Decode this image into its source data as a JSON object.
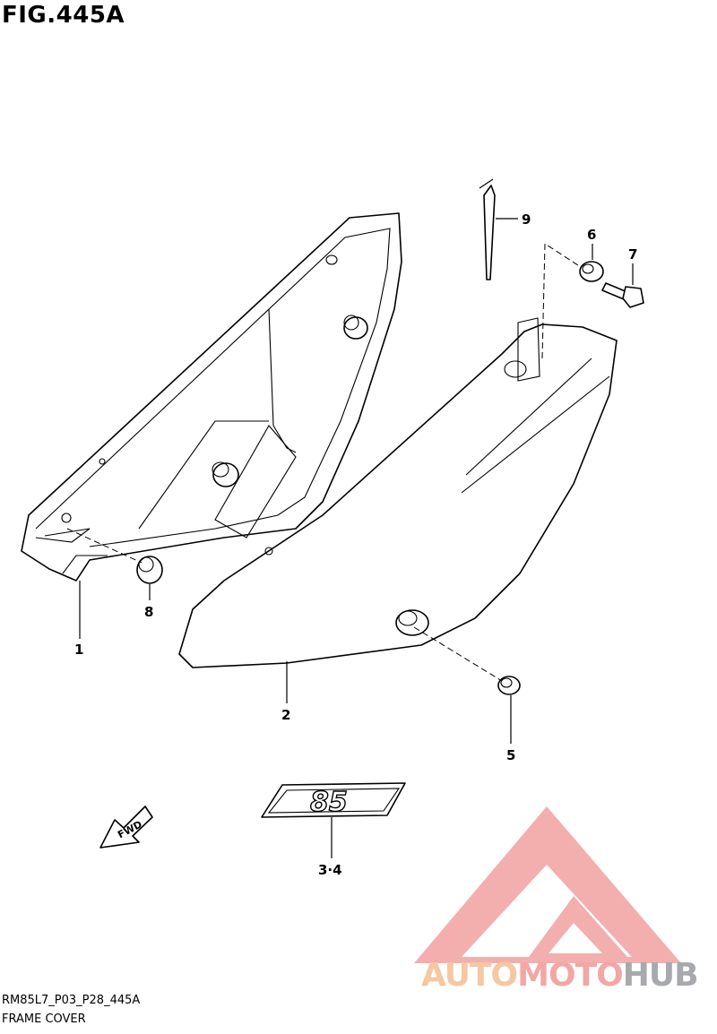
{
  "figure": {
    "title": "FIG.445A",
    "code": "RM85L7_P03_P28_445A",
    "name": "FRAME COVER"
  },
  "callouts": [
    "1",
    "2",
    "3·4",
    "5",
    "6",
    "7",
    "8",
    "9"
  ],
  "emblem_text": "85",
  "fwd_text": "FWD",
  "watermark": {
    "part1": "AUTO",
    "part2": "MOTO",
    "part3": "HUB",
    "colors": {
      "triangle": "#f2a0a0",
      "auto": "#f6c7a0",
      "moto": "#f2a7a4",
      "hub": "#a7a9ad"
    }
  }
}
